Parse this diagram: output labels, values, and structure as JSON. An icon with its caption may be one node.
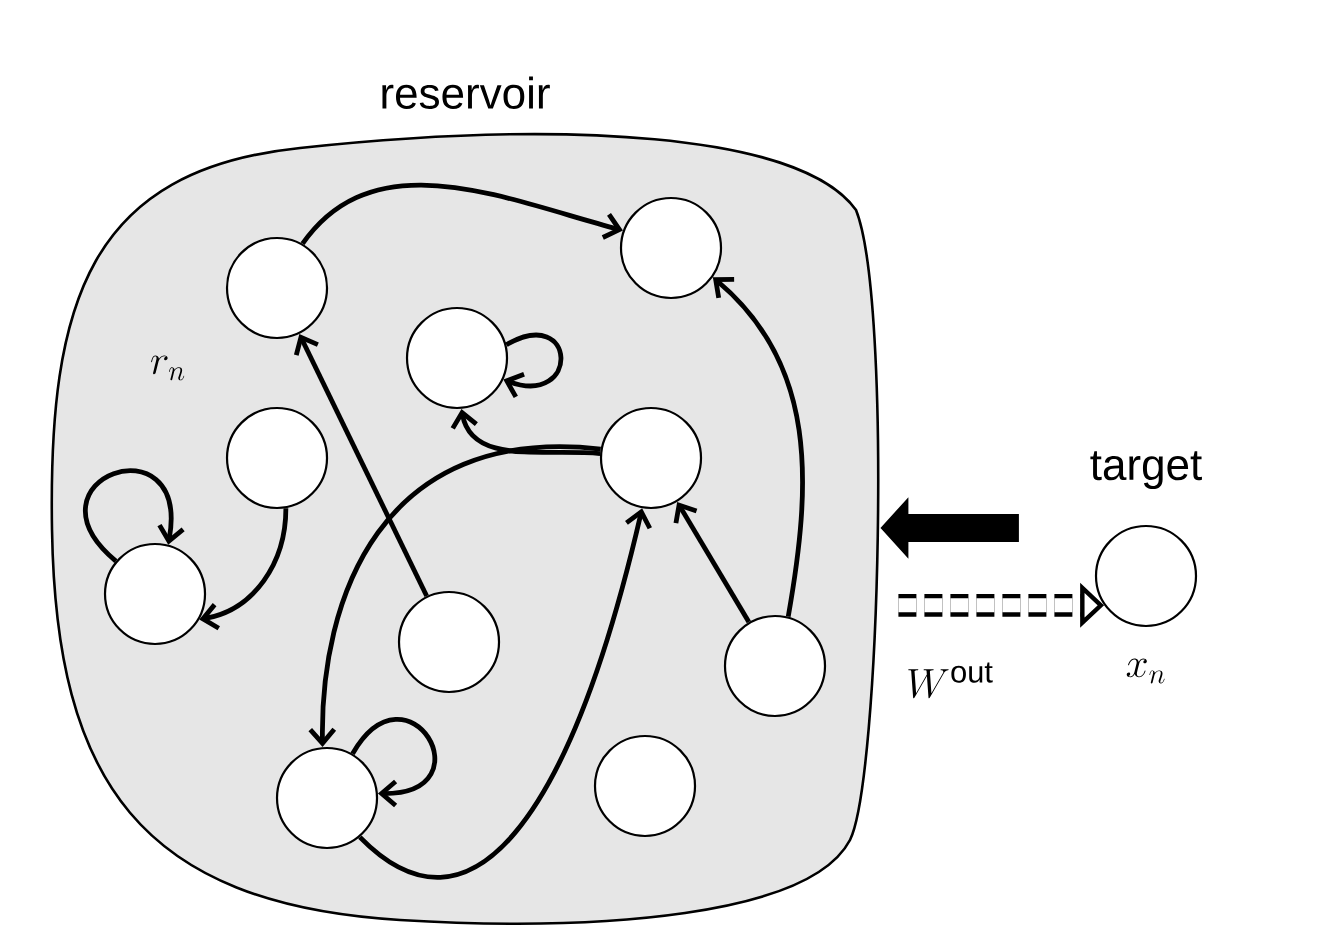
{
  "diagram": {
    "nodes": [
      {
        "text": [
          "reservoir"
        ]
      },
      {
        "text": [],
        "shape": "circle",
        "in": 0
      },
      {
        "text": [],
        "shape": "circle",
        "in": 0
      },
      {
        "text": [],
        "shape": "circle",
        "in": 0
      },
      {
        "text": [],
        "shape": "circle",
        "in": 0
      },
      {
        "text": [],
        "shape": "circle",
        "in": 0
      },
      {
        "text": [],
        "shape": "circle",
        "in": 0
      },
      {
        "text": [],
        "shape": "circle",
        "in": 0
      },
      {
        "text": [],
        "shape": "circle",
        "in": 0
      },
      {
        "text": [],
        "shape": "circle",
        "in": 0
      },
      {
        "text": [],
        "shape": "circle",
        "in": 0
      },
      {
        "text": [
          "target"
        ],
        "beside": [
          "x_n"
        ]
      }
    ],
    "edges": [
      {
        "from": 1,
        "to": 2,
        "arrow": "to"
      },
      {
        "from": 7,
        "to": 1,
        "arrow": "to"
      },
      {
        "from": 3,
        "to": 3,
        "arrow": "to"
      },
      {
        "from": 5,
        "to": 3,
        "arrow": "to"
      },
      {
        "from": 5,
        "to": 9,
        "arrow": "to"
      },
      {
        "from": 4,
        "to": 6,
        "arrow": "to"
      },
      {
        "from": 6,
        "to": 6,
        "arrow": "to"
      },
      {
        "from": 9,
        "to": 9,
        "arrow": "to"
      },
      {
        "from": 9,
        "to": 5,
        "arrow": "to"
      },
      {
        "from": 8,
        "to": 5,
        "arrow": "to"
      },
      {
        "from": 8,
        "to": 2,
        "arrow": "to"
      },
      {
        "from": 11,
        "to": 0,
        "arrow": "to",
        "style": "thick"
      },
      {
        "from": 0,
        "to": 11,
        "arrow": "to",
        "style": "dashed",
        "label": "W^{\\mathrm{out}}"
      }
    ],
    "labels": [
      "r_n"
    ]
  }
}
